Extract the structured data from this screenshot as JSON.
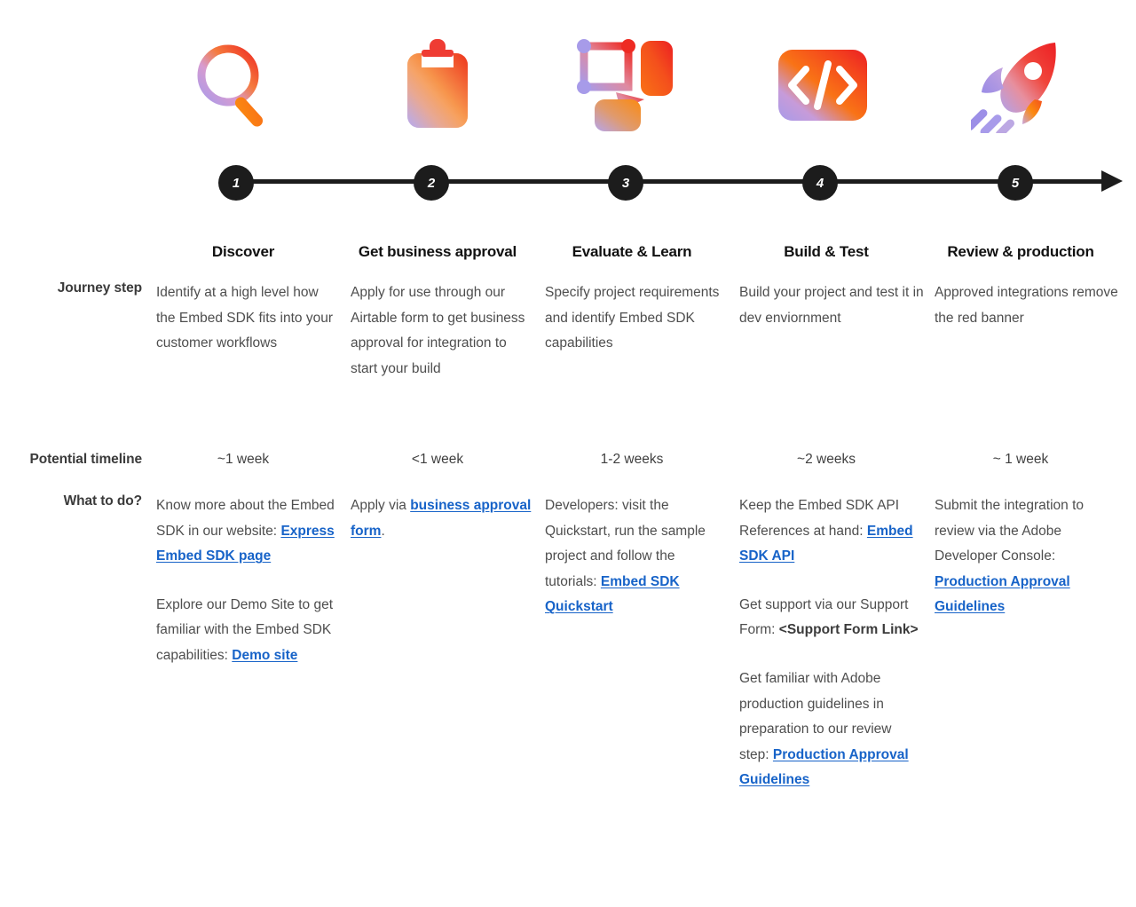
{
  "meta": {
    "title": "Embed SDK Partner Journey Timeline",
    "link_color": "#1763c8",
    "node_color": "#1c1c1c",
    "body_color": "#4e4e4e",
    "label_color": "#3b3b3b"
  },
  "timeline": {
    "markers": [
      "1",
      "2",
      "3",
      "4",
      "5"
    ],
    "arrow": "right-arrow"
  },
  "icons": [
    {
      "name": "magnifier-icon",
      "label": "magnifying glass"
    },
    {
      "name": "clipboard-icon",
      "label": "clipboard"
    },
    {
      "name": "shapes-icon",
      "label": "design shapes"
    },
    {
      "name": "code-icon",
      "label": "code brackets"
    },
    {
      "name": "rocket-icon",
      "label": "rocket"
    }
  ],
  "row_labels": {
    "journey_step": "Journey step",
    "potential_timeline": "Potential timeline",
    "what_to_do": "What to do?"
  },
  "columns": [
    {
      "heading": "Discover",
      "journey_step": "Identify at a high level how the Embed SDK fits into your customer workflows",
      "timeline": "~1 week"
    },
    {
      "heading": "Get business approval",
      "journey_step": "Apply for use through our Airtable form to get business approval for integration to start your build",
      "timeline": "<1 week"
    },
    {
      "heading": "Evaluate & Learn",
      "journey_step": "Specify project requirements and identify Embed SDK capabilities",
      "timeline": "1-2 weeks"
    },
    {
      "heading": "Build & Test",
      "journey_step": "Build your project and test it in dev enviornment",
      "timeline": "~2 weeks"
    },
    {
      "heading": "Review & production",
      "journey_step": "Approved integrations remove the red banner",
      "timeline": "~ 1 week"
    }
  ],
  "what_to_do": {
    "col1": {
      "p1_text_a": "Know more about the Embed SDK in our website: ",
      "p1_link": "Express Embed SDK page",
      "p2_text_a": "Explore our Demo Site to get familiar with the Embed SDK capabilities: ",
      "p2_link": "Demo site"
    },
    "col2": {
      "p1_text_a": "Apply via ",
      "p1_link": "business approval form",
      "p1_text_b": "."
    },
    "col3": {
      "p1_text_a": "Developers: visit the Quickstart, run the sample project and follow the tutorials: ",
      "p1_link": "Embed SDK Quickstart"
    },
    "col4": {
      "p1_text_a": "Keep the Embed SDK API References at hand: ",
      "p1_link": "Embed SDK API",
      "p2_text_a": "Get support via our Support Form: ",
      "p2_bold": "<Support Form Link>",
      "p3_text_a": "Get familiar with Adobe production guidelines in preparation to our review step: ",
      "p3_link": "Production Approval Guidelines"
    },
    "col5": {
      "p1_text_a": "Submit the integration to review via the Adobe Developer Console: ",
      "p1_link": "Production Approval Guidelines"
    }
  }
}
